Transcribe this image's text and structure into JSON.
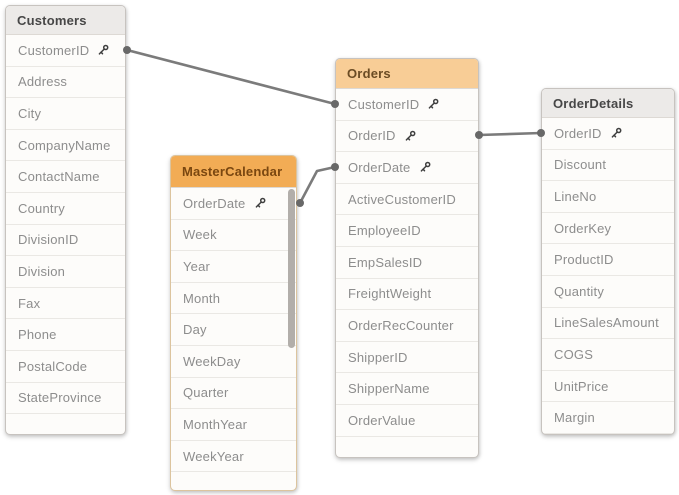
{
  "diagram": {
    "connector": {
      "line_color": "#7b7b7b",
      "dot_color": "#686868"
    },
    "tables": [
      {
        "name": "Customers",
        "header_bg": "#eceae8",
        "header_text": "#474747",
        "fields": [
          {
            "label": "CustomerID",
            "icon": "key-icon"
          },
          {
            "label": "Address"
          },
          {
            "label": "City"
          },
          {
            "label": "CompanyName"
          },
          {
            "label": "ContactName"
          },
          {
            "label": "Country"
          },
          {
            "label": "DivisionID"
          },
          {
            "label": "Division"
          },
          {
            "label": "Fax"
          },
          {
            "label": "Phone"
          },
          {
            "label": "PostalCode"
          },
          {
            "label": "StateProvince"
          }
        ]
      },
      {
        "name": "MasterCalendar",
        "header_bg": "#f2ac55",
        "header_text": "#7a4710",
        "scrollbar_color": "#b2aeaa",
        "fields": [
          {
            "label": "OrderDate",
            "icon": "key-icon"
          },
          {
            "label": "Week"
          },
          {
            "label": "Year"
          },
          {
            "label": "Month"
          },
          {
            "label": "Day"
          },
          {
            "label": "WeekDay"
          },
          {
            "label": "Quarter"
          },
          {
            "label": "MonthYear"
          },
          {
            "label": "WeekYear"
          }
        ]
      },
      {
        "name": "Orders",
        "header_bg": "#f8cd96",
        "header_text": "#6b4c24",
        "fields": [
          {
            "label": "CustomerID",
            "icon": "key-icon"
          },
          {
            "label": "OrderID",
            "icon": "key-icon"
          },
          {
            "label": "OrderDate",
            "icon": "key-icon"
          },
          {
            "label": "ActiveCustomerID"
          },
          {
            "label": "EmployeeID"
          },
          {
            "label": "EmpSalesID"
          },
          {
            "label": "FreightWeight"
          },
          {
            "label": "OrderRecCounter"
          },
          {
            "label": "ShipperID"
          },
          {
            "label": "ShipperName"
          },
          {
            "label": "OrderValue"
          }
        ]
      },
      {
        "name": "OrderDetails",
        "header_bg": "#eceae8",
        "header_text": "#474747",
        "fields": [
          {
            "label": "OrderID",
            "icon": "key-icon"
          },
          {
            "label": "Discount"
          },
          {
            "label": "LineNo"
          },
          {
            "label": "OrderKey"
          },
          {
            "label": "ProductID"
          },
          {
            "label": "Quantity"
          },
          {
            "label": "LineSalesAmount"
          },
          {
            "label": "COGS"
          },
          {
            "label": "UnitPrice"
          },
          {
            "label": "Margin"
          }
        ]
      }
    ],
    "connections": [
      {
        "from": "Customers.CustomerID",
        "to": "Orders.CustomerID"
      },
      {
        "from": "MasterCalendar.OrderDate",
        "to": "Orders.OrderDate"
      },
      {
        "from": "Orders.OrderID",
        "to": "OrderDetails.OrderID"
      }
    ]
  }
}
